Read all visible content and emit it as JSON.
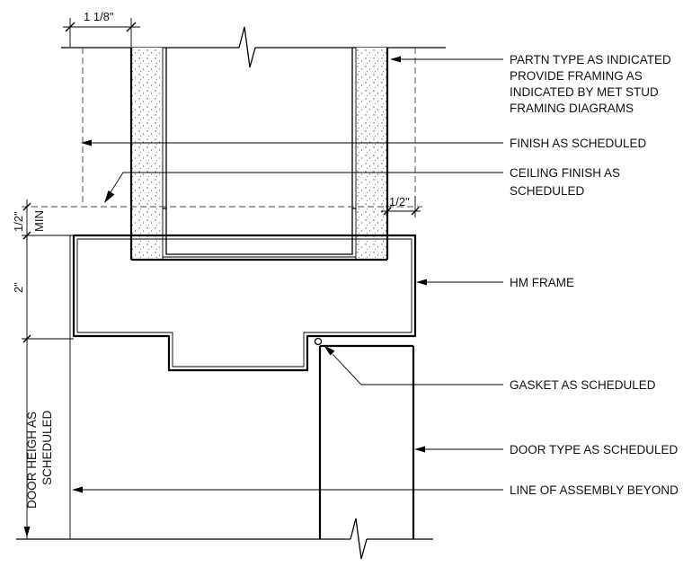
{
  "callouts": {
    "partition_type": [
      "PARTN TYPE AS INDICATED",
      "PROVIDE FRAMING AS",
      "INDICATED BY MET STUD",
      "FRAMING DIAGRAMS"
    ],
    "finish": [
      "FINISH AS SCHEDULED"
    ],
    "ceiling_finish": [
      "CEILING FINISH AS",
      "SCHEDULED"
    ],
    "hm_frame": [
      "HM FRAME"
    ],
    "gasket": [
      "GASKET AS SCHEDULED"
    ],
    "door_type": [
      "DOOR TYPE AS SCHEDULED"
    ],
    "assembly_line": [
      "LINE OF ASSEMBLY BEYOND"
    ],
    "door_height": [
      "DOOR HEIGH AS",
      "SCHEDULED"
    ]
  },
  "dimensions": {
    "top_width": "1 1/8\"",
    "right_gap": "1/2\"",
    "min_gap": "1/2\"",
    "min_label": "MIN",
    "frame_height": "2\""
  }
}
